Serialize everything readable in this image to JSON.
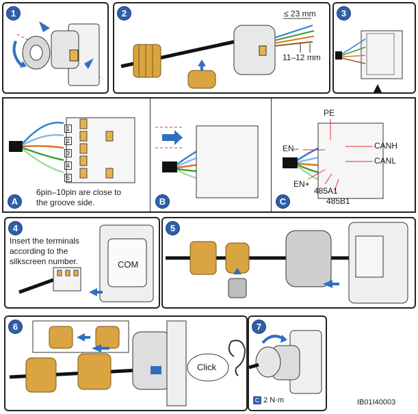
{
  "steps": {
    "s1": {
      "num": "1"
    },
    "s2": {
      "num": "2",
      "dim_strip": "≤ 23 mm",
      "dim_bare": "11–12 mm"
    },
    "s3": {
      "num": "3"
    },
    "subA": {
      "letter": "A",
      "text_line1": "6pin–10pin are close to",
      "text_line2": "the groove side.",
      "slots": [
        "1",
        "2",
        "3",
        "4",
        "5"
      ]
    },
    "subB": {
      "letter": "B"
    },
    "subC": {
      "letter": "C",
      "labels": {
        "pe": "PE",
        "en_minus": "EN–",
        "en_plus": "EN+",
        "canh": "CANH",
        "canl": "CANL",
        "485a1": "485A1",
        "485b1": "485B1"
      }
    },
    "s4": {
      "num": "4",
      "text_line1": "Insert the terminals",
      "text_line2": "according to the",
      "text_line3": "silkscreen number.",
      "port_label": "COM"
    },
    "s5": {
      "num": "5"
    },
    "s6": {
      "num": "6",
      "click_label": "Click"
    },
    "s7": {
      "num": "7",
      "torque": "2 N·m"
    }
  },
  "footer": {
    "doc_id": "IB01I40003"
  },
  "colors": {
    "badge": "#2f5fa8",
    "arrow": "#2f6fc0",
    "brass": "#d9a441",
    "orange_block": "#e8b24a"
  },
  "icons": [
    "rotate-arrow-icon",
    "push-arrow-icon",
    "ear-icon",
    "torque-icon"
  ]
}
